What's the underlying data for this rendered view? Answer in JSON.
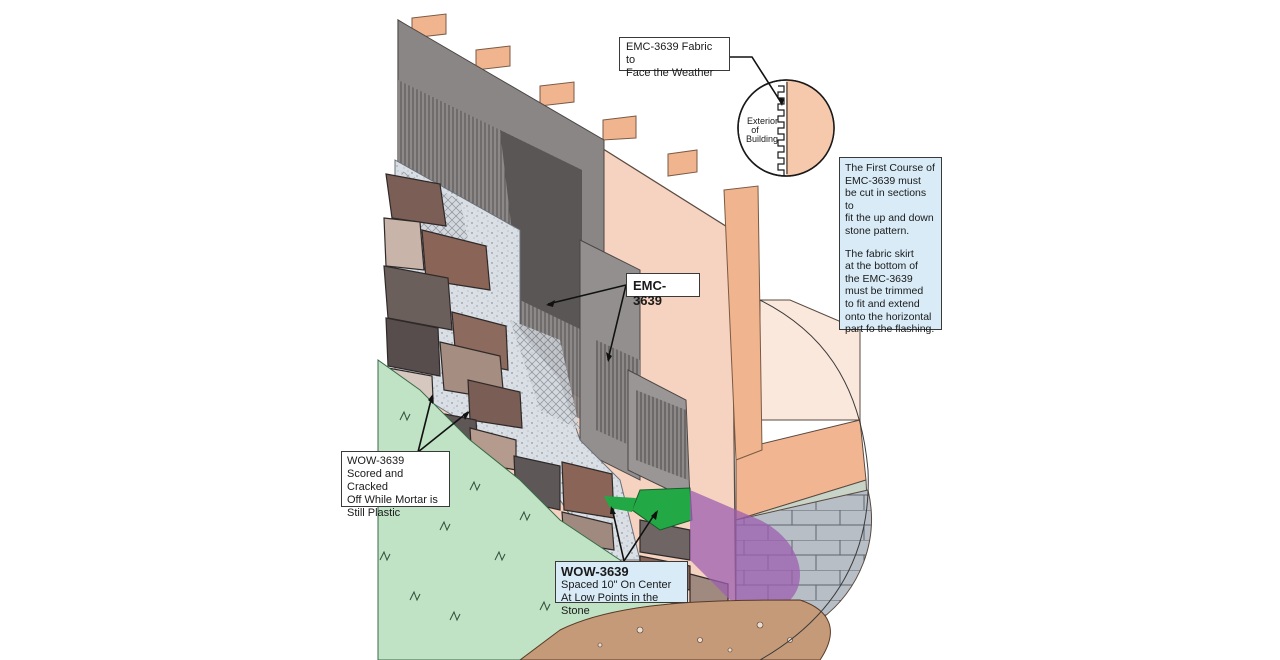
{
  "callouts": {
    "fabric": {
      "line1": "EMC-3639 Fabric to",
      "line2": "Face the Weather"
    },
    "inset": {
      "line1": "Exterior",
      "line2": "of",
      "line3": "Building"
    },
    "emc": {
      "label": "EMC-3639"
    },
    "wow_scored": {
      "line1": "WOW-3639",
      "line2": "Scored and Cracked",
      "line3": "Off While Mortar is",
      "line4": "Still Plastic"
    },
    "wow_spaced": {
      "title": "WOW-3639",
      "line1": "Spaced 10\" On Center",
      "line2": "At Low Points in the Stone"
    }
  },
  "note": {
    "para1": [
      "The First Course of",
      "EMC-3639 must",
      "be cut in sections to",
      "fit the up and down",
      "stone pattern."
    ],
    "para2": [
      "The fabric skirt",
      "at the bottom of",
      "the EMC-3639",
      "must be trimmed",
      "to fit and extend",
      "onto the horizontal",
      "part fo the flashing."
    ]
  },
  "colors": {
    "sheathing": "#f6d3c0",
    "stud": "#f0b48e",
    "stud_edge": "#9a6a4c",
    "wrap_gray": "#8a8685",
    "wrap_dark": "#5f5b5a",
    "mortar": "#d5dbe0",
    "grass": "#bfe3c4",
    "soil": "#c49a78",
    "block": "#b4bcc4",
    "flashing": "#22a845",
    "purple": "#9c5fb0",
    "note_bg": "#d8ebf7"
  }
}
